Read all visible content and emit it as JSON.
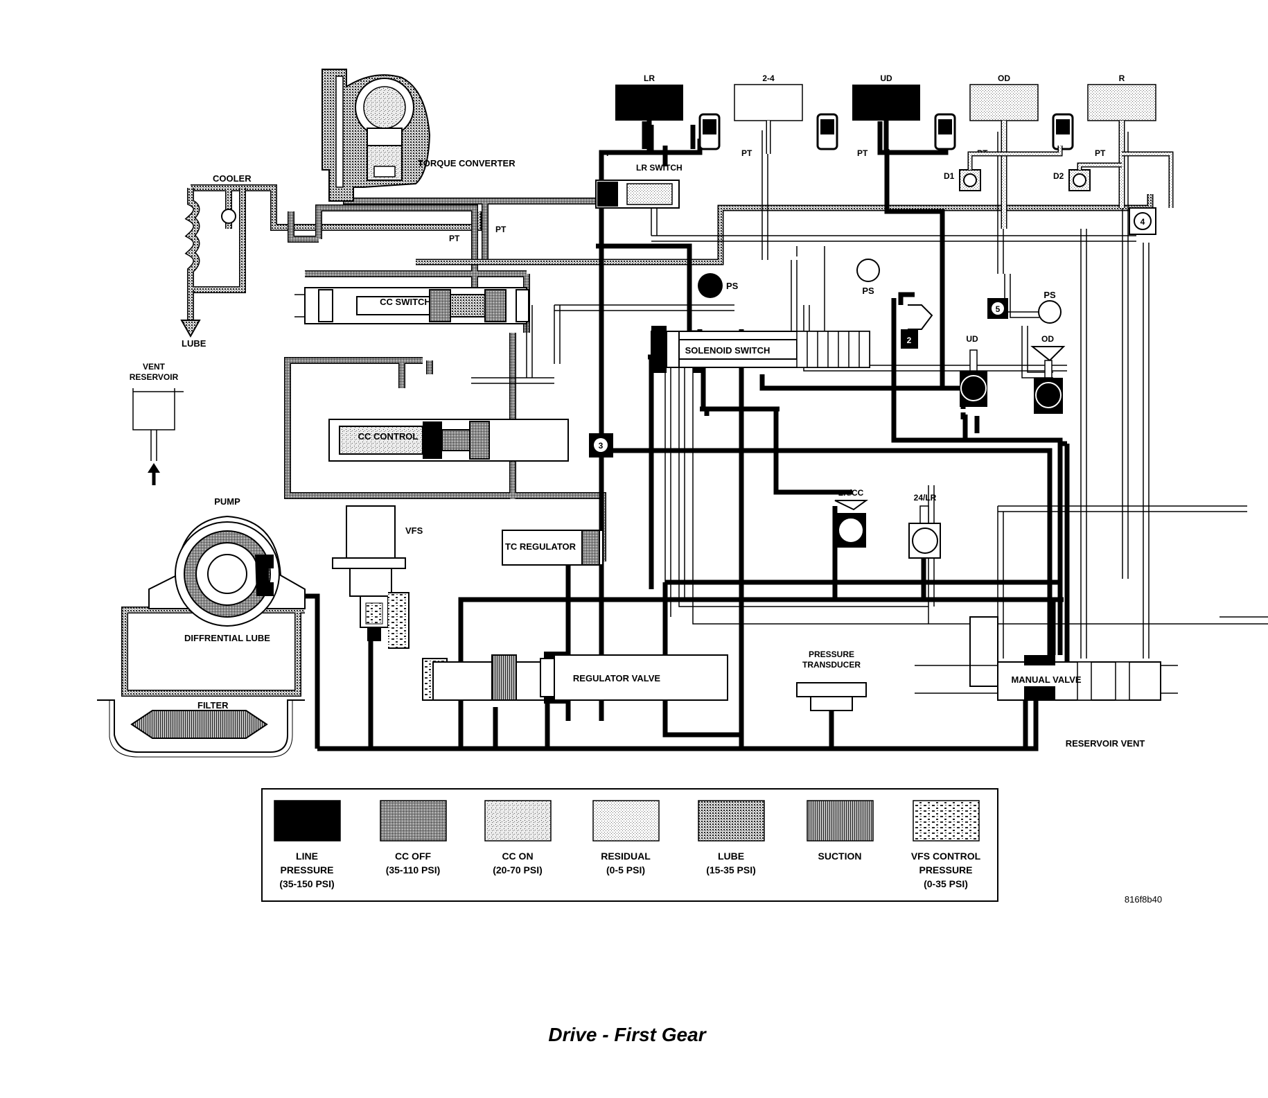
{
  "title": "Drive - First Gear",
  "figure_id": "816f8b40",
  "clutches": {
    "lr": "LR",
    "c24": "2-4",
    "ud": "UD",
    "od": "OD",
    "r": "R"
  },
  "labels": {
    "torque_converter": "TORQUE CONVERTER",
    "cooler": "COOLER",
    "lube": "LUBE",
    "vent_reservoir_1": "VENT",
    "vent_reservoir_2": "RESERVOIR",
    "pump": "PUMP",
    "vfs": "VFS",
    "differential_lube": "DIFFRENTIAL LUBE",
    "filter": "FILTER",
    "cc_switch": "CC SWITCH",
    "cc_control": "CC CONTROL",
    "tc_regulator": "TC REGULATOR",
    "regulator_valve": "REGULATOR VALVE",
    "lr_switch": "LR SWITCH",
    "solenoid_switch": "SOLENOID SWITCH",
    "ps": "PS",
    "pt": "PT",
    "d1": "D1",
    "d2": "D2",
    "ud_accum": "UD",
    "od_accum": "OD",
    "lrcc": "LR/CC",
    "c24lr": "24/LR",
    "pressure_transducer_1": "PRESSURE",
    "pressure_transducer_2": "TRANSDUCER",
    "manual_valve": "MANUAL VALVE",
    "reservoir_vent": "RESERVOIR VENT"
  },
  "check_balls": {
    "n2": "2",
    "n3": "3",
    "n4": "4",
    "n5": "5"
  },
  "legend": [
    {
      "line1": "LINE",
      "line2": "PRESSURE",
      "line3": "(35-150 PSI)"
    },
    {
      "line1": "CC OFF",
      "line2": "(35-110 PSI)",
      "line3": ""
    },
    {
      "line1": "CC ON",
      "line2": "(20-70 PSI)",
      "line3": ""
    },
    {
      "line1": "RESIDUAL",
      "line2": "(0-5 PSI)",
      "line3": ""
    },
    {
      "line1": "LUBE",
      "line2": "(15-35 PSI)",
      "line3": ""
    },
    {
      "line1": "SUCTION",
      "line2": "",
      "line3": ""
    },
    {
      "line1": "VFS CONTROL",
      "line2": "PRESSURE",
      "line3": "(0-35 PSI)"
    }
  ]
}
